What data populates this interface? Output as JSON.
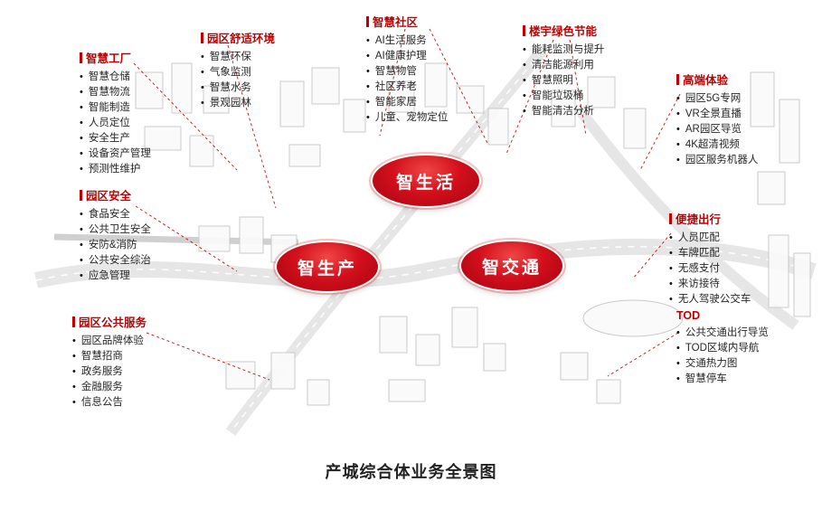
{
  "caption": "产城综合体业务全景图",
  "accent_color": "#c00000",
  "badges": {
    "life": "智生活",
    "production": "智生产",
    "transport": "智交通"
  },
  "groups": [
    {
      "title": "智慧工厂",
      "items": [
        "智慧仓储",
        "智慧物流",
        "智能制造",
        "人员定位",
        "安全生产",
        "设备资产管理",
        "预测性维护"
      ]
    },
    {
      "title": "园区舒适环境",
      "items": [
        "智慧环保",
        "气象监测",
        "智慧水务",
        "景观园林"
      ]
    },
    {
      "title": "智慧社区",
      "items": [
        "AI生活服务",
        "AI健康护理",
        "智慧物管",
        "社区养老",
        "智能家居",
        "儿童、宠物定位"
      ]
    },
    {
      "title": "楼宇绿色节能",
      "items": [
        "能耗监测与提升",
        "清洁能源利用",
        "智慧照明",
        "智能垃圾桶",
        "智能清洁分析"
      ]
    },
    {
      "title": "高端体验",
      "items": [
        "园区5G专网",
        "VR全景直播",
        "AR园区导览",
        "4K超清视频",
        "园区服务机器人"
      ]
    },
    {
      "title": "园区安全",
      "items": [
        "食品安全",
        "公共卫生安全",
        "安防&消防",
        "公共安全综治",
        "应急管理"
      ]
    },
    {
      "title": "便捷出行",
      "items": [
        "人员匹配",
        "车牌匹配",
        "无感支付",
        "来访接待",
        "无人驾驶公交车"
      ]
    },
    {
      "title": "园区公共服务",
      "items": [
        "园区品牌体验",
        "智慧招商",
        "政务服务",
        "金融服务",
        "信息公告"
      ]
    },
    {
      "title": "TOD",
      "items": [
        "公共交通出行导览",
        "TOD区域内导航",
        "交通热力图",
        "智慧停车"
      ]
    }
  ]
}
